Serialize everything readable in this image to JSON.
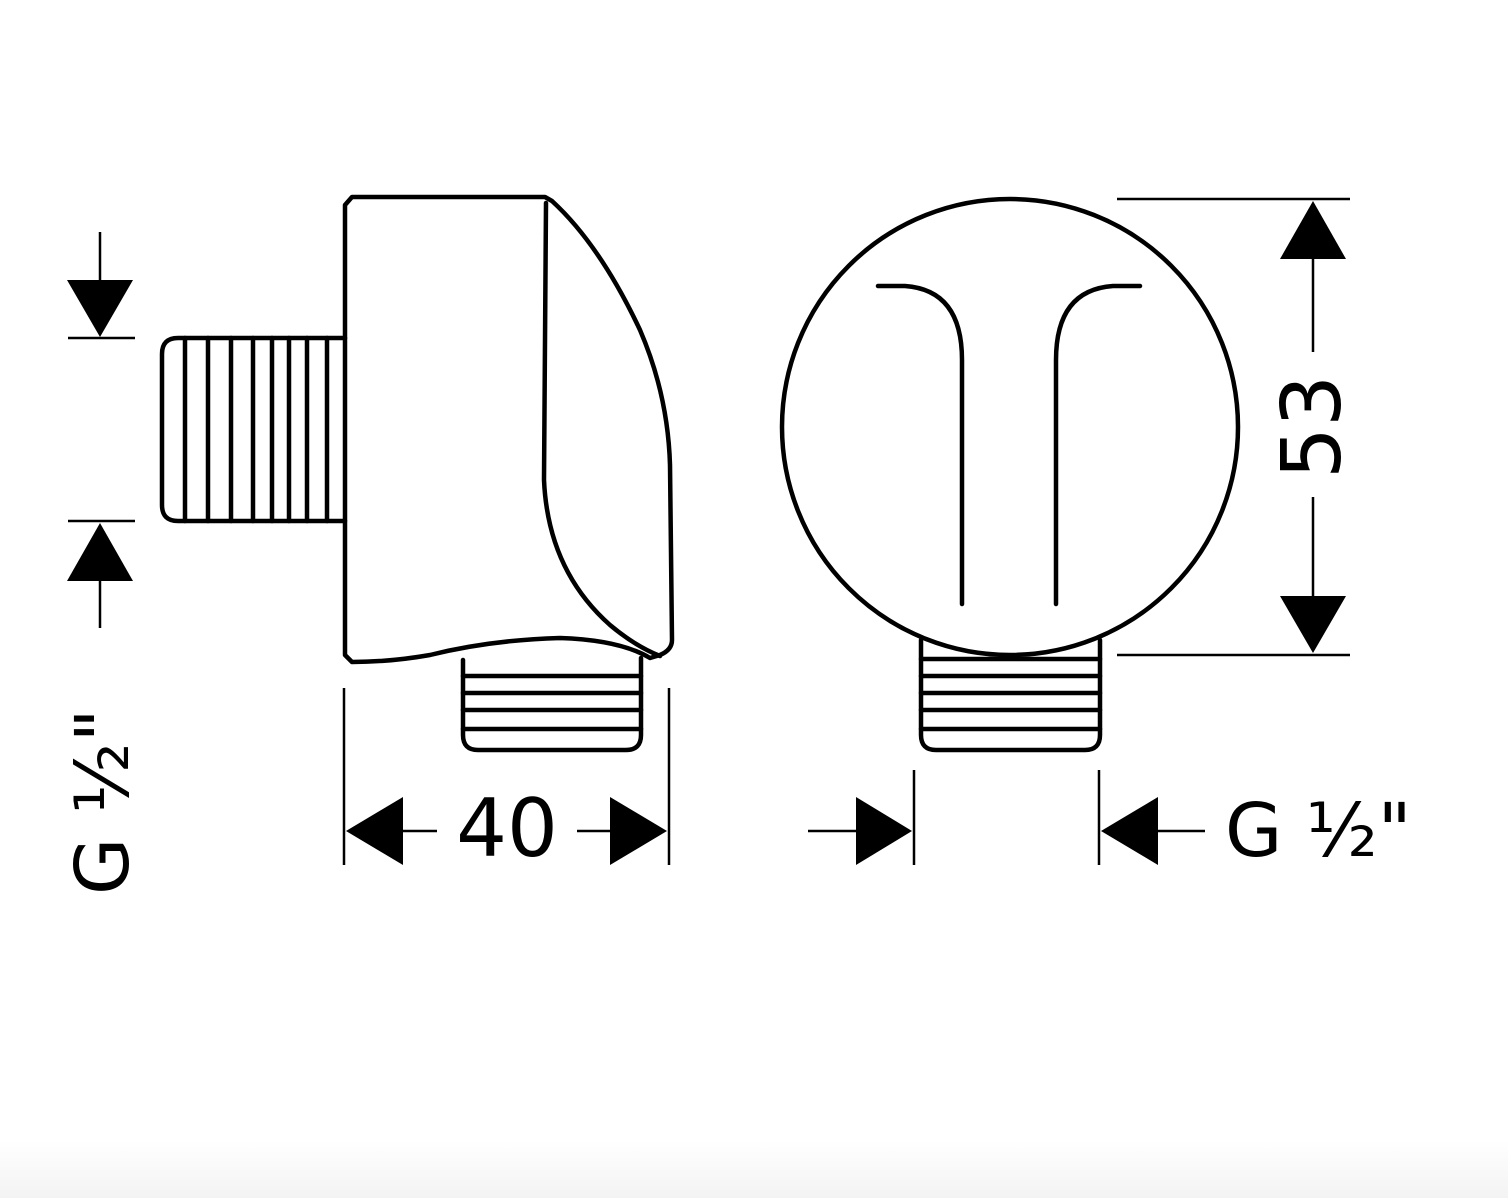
{
  "drawing": {
    "width_dimension": "40",
    "height_dimension": "53",
    "side_thread_label": "G ½\"",
    "bottom_thread_label": "G ½\""
  }
}
